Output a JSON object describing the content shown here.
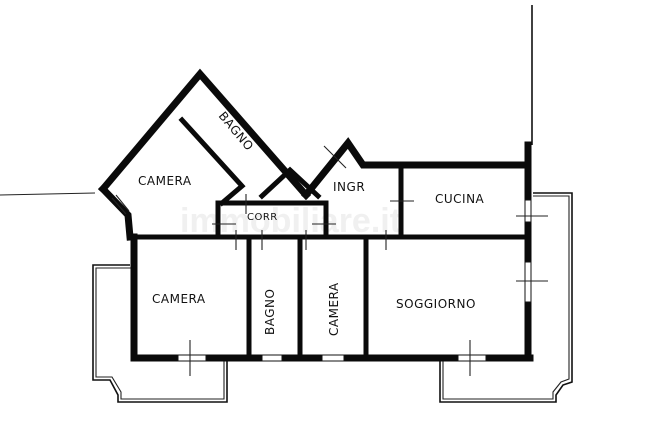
{
  "plan": {
    "type": "apartment floor plan",
    "rooms": [
      {
        "id": "camera-nw",
        "label": "CAMERA"
      },
      {
        "id": "bagno-north",
        "label": "BAGNO"
      },
      {
        "id": "corridoio",
        "label": "CORR"
      },
      {
        "id": "ingresso",
        "label": "INGR"
      },
      {
        "id": "cucina",
        "label": "CUCINA"
      },
      {
        "id": "camera-sw",
        "label": "CAMERA"
      },
      {
        "id": "bagno-south",
        "label": "BAGNO"
      },
      {
        "id": "camera-south",
        "label": "CAMERA"
      },
      {
        "id": "soggiorno",
        "label": "SOGGIORNO"
      }
    ],
    "balconies": [
      {
        "id": "balcony-west"
      },
      {
        "id": "balcony-east"
      }
    ],
    "colors": {
      "wall": "#0a0a0a",
      "background": "#ffffff",
      "watermark": "#e4e4e4"
    }
  },
  "watermark": {
    "text": "immobiliare.it"
  }
}
